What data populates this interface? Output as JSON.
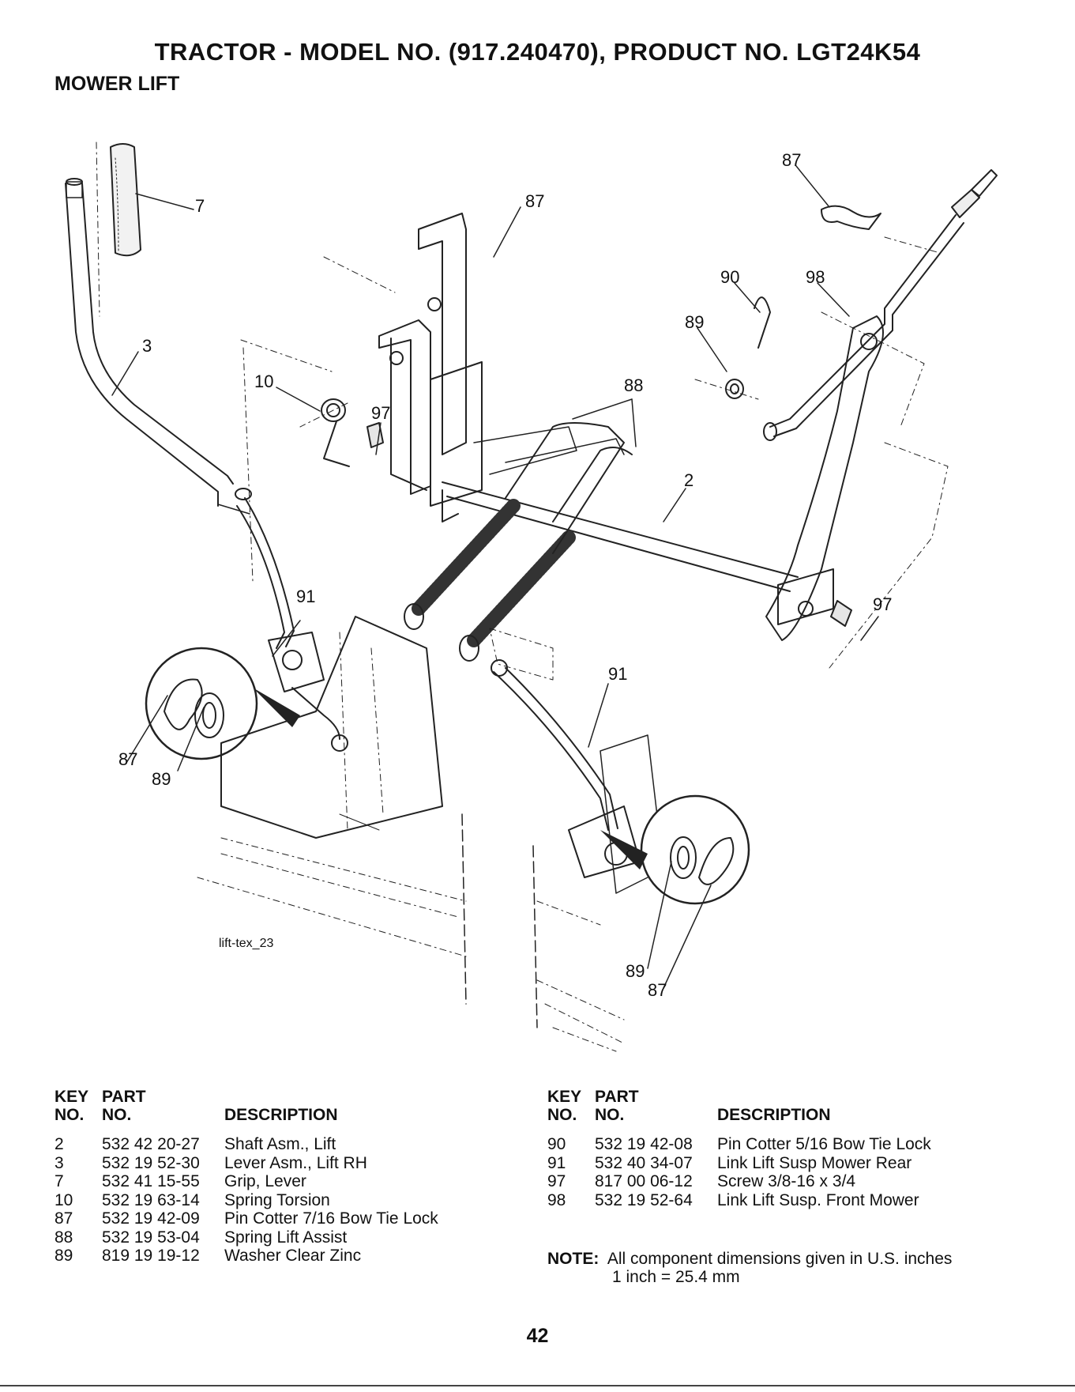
{
  "header": {
    "title": "TRACTOR - MODEL NO. (917.240470), PRODUCT NO. LGT24K54",
    "subtitle": "MOWER LIFT"
  },
  "diagram": {
    "figure_id": "lift-tex_23",
    "callouts": [
      "7",
      "3",
      "10",
      "97",
      "87",
      "88",
      "2",
      "87",
      "90",
      "98",
      "89",
      "97",
      "91",
      "87",
      "89",
      "91",
      "89",
      "87"
    ]
  },
  "parts_table": {
    "headers": {
      "key": "KEY NO.",
      "key_line1": "KEY",
      "key_line2": "NO.",
      "part_line1": "PART",
      "part_line2": "NO.",
      "description": "DESCRIPTION"
    },
    "left": [
      {
        "key": "2",
        "part": "532 42 20-27",
        "description": "Shaft Asm., Lift"
      },
      {
        "key": "3",
        "part": "532 19 52-30",
        "description": "Lever Asm., Lift RH"
      },
      {
        "key": "7",
        "part": "532 41 15-55",
        "description": "Grip, Lever"
      },
      {
        "key": "10",
        "part": "532 19 63-14",
        "description": "Spring Torsion"
      },
      {
        "key": "87",
        "part": "532 19 42-09",
        "description": "Pin Cotter 7/16 Bow Tie Lock"
      },
      {
        "key": "88",
        "part": "532 19 53-04",
        "description": "Spring Lift Assist"
      },
      {
        "key": "89",
        "part": "819 19 19-12",
        "description": "Washer Clear Zinc"
      }
    ],
    "right": [
      {
        "key": "90",
        "part": "532 19 42-08",
        "description": "Pin Cotter 5/16 Bow Tie Lock"
      },
      {
        "key": "91",
        "part": "532 40 34-07",
        "description": "Link Lift Susp Mower Rear"
      },
      {
        "key": "97",
        "part": "817 00 06-12",
        "description": "Screw 3/8-16 x 3/4"
      },
      {
        "key": "98",
        "part": "532 19 52-64",
        "description": "Link Lift Susp. Front Mower"
      }
    ]
  },
  "note": {
    "label": "NOTE:",
    "line1": "All component dimensions given in U.S. inches",
    "line2": "1 inch = 25.4 mm"
  },
  "page_number": "42"
}
